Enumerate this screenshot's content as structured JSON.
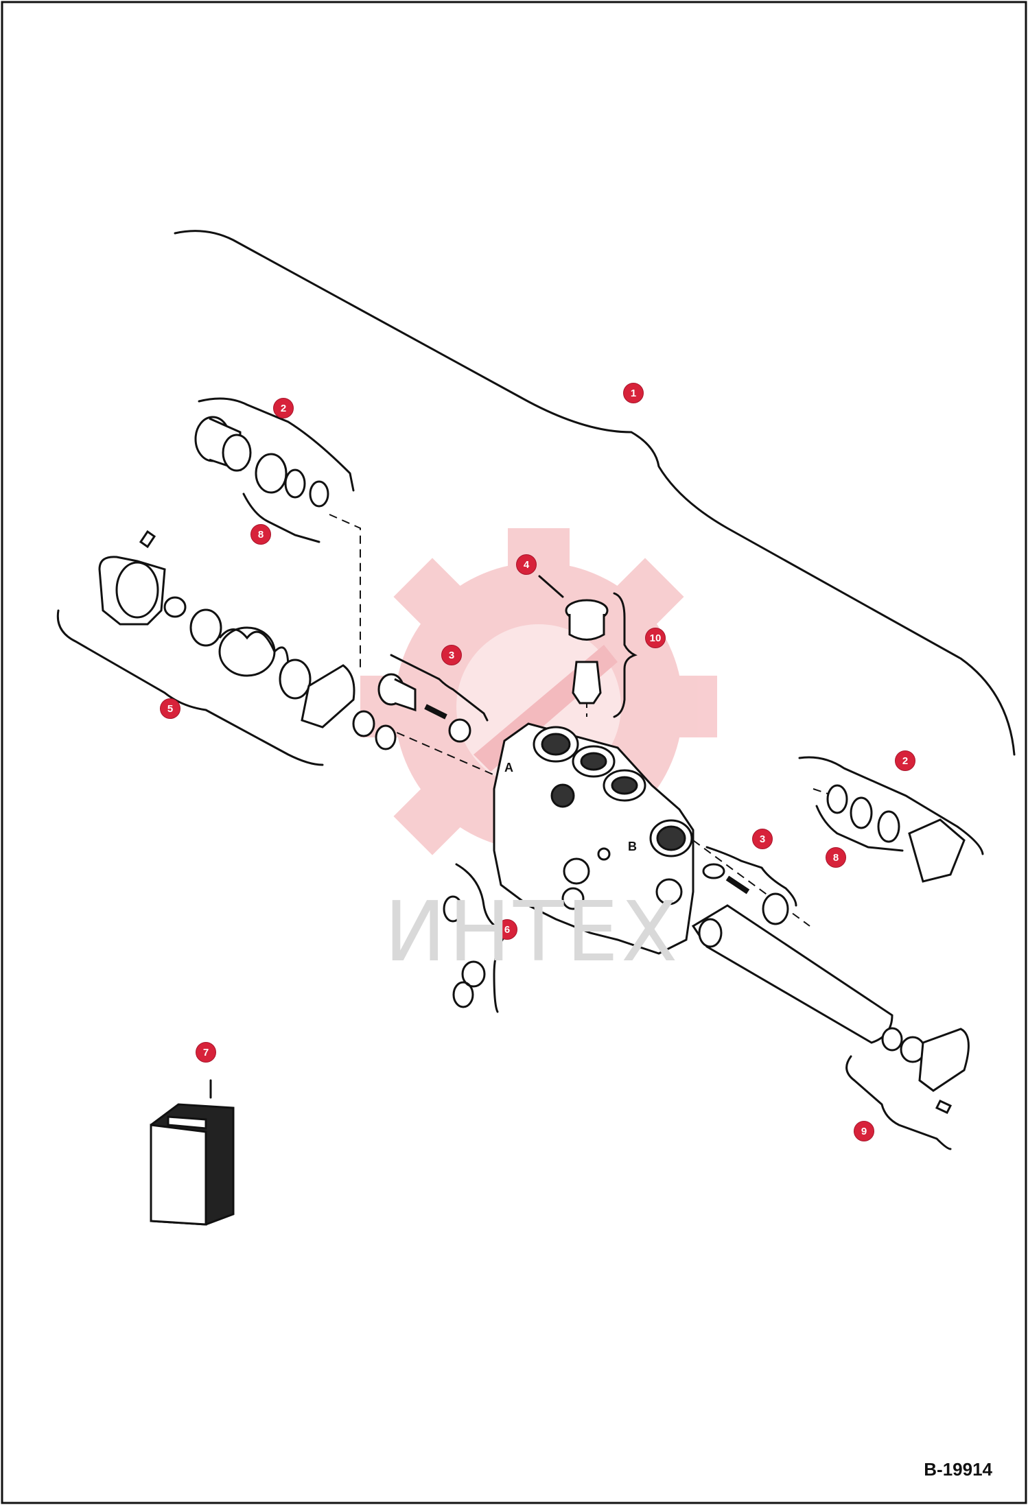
{
  "document_number": "B-19914",
  "watermark_text": "ИНТЕХ",
  "colors": {
    "callout": "#d7223a",
    "watermark_logo": "#f7c9cc",
    "line": "#111111"
  },
  "callouts": [
    {
      "id": "c1",
      "label": "1"
    },
    {
      "id": "c2a",
      "label": "2"
    },
    {
      "id": "c2b",
      "label": "2"
    },
    {
      "id": "c3a",
      "label": "3"
    },
    {
      "id": "c3b",
      "label": "3"
    },
    {
      "id": "c4",
      "label": "4"
    },
    {
      "id": "c5",
      "label": "5"
    },
    {
      "id": "c6",
      "label": "6"
    },
    {
      "id": "c7",
      "label": "7"
    },
    {
      "id": "c8a",
      "label": "8"
    },
    {
      "id": "c8b",
      "label": "8"
    },
    {
      "id": "c9",
      "label": "9"
    },
    {
      "id": "c10",
      "label": "10"
    }
  ]
}
